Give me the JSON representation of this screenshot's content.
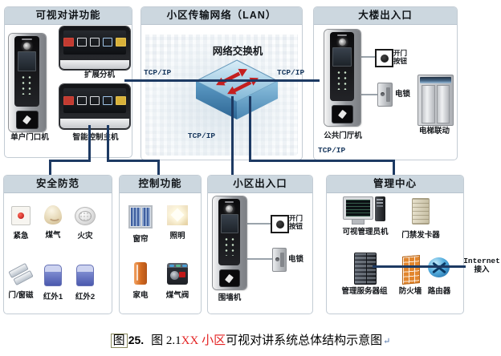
{
  "colors": {
    "panel_header_bg": "#ccd7df",
    "panel_border": "#c3ccd4",
    "wire": "#1d3a63",
    "switch_arrow_red": "#c41f1f",
    "caption_red": "#e32222"
  },
  "tcpip": "TCP/IP",
  "panels": {
    "intercom": {
      "title": "可视对讲功能",
      "door_label": "单户门口机",
      "extension_label": "扩展分机",
      "host_label": "智能控制主机"
    },
    "lan": {
      "title": "小区传输网络（LAN）",
      "switch_label": "网络交换机",
      "switch_icon": "3d-network-switch-with-red-arrows"
    },
    "building": {
      "title": "大楼出入口",
      "door_label": "公共门厅机",
      "open_button_line1": "开门",
      "open_button_line2": "按钮",
      "lock_label": "电锁",
      "elevator_label": "电梯联动"
    },
    "security": {
      "title": "安全防范",
      "items": [
        {
          "label": "紧急",
          "icon": "emergency-button-icon"
        },
        {
          "label": "煤气",
          "icon": "gas-detector-icon"
        },
        {
          "label": "火灾",
          "icon": "smoke-detector-icon"
        },
        {
          "label": "门/窗磁",
          "icon": "door-window-magnet-icon"
        },
        {
          "label": "红外1",
          "icon": "pir-sensor-icon"
        },
        {
          "label": "红外2",
          "icon": "pir-sensor-icon"
        }
      ]
    },
    "control": {
      "title": "控制功能",
      "items": [
        {
          "label": "窗帘",
          "icon": "curtain-icon"
        },
        {
          "label": "照明",
          "icon": "lighting-icon"
        },
        {
          "label": "家电",
          "icon": "home-appliance-icon"
        },
        {
          "label": "煤气阀",
          "icon": "gas-valve-icon"
        }
      ]
    },
    "community": {
      "title": "小区出入口",
      "door_label": "围墙机",
      "open_button_line1": "开门",
      "open_button_line2": "按钮",
      "lock_label": "电锁"
    },
    "mgmt": {
      "title": "管理中心",
      "admin_label": "可视管理员机",
      "card_label": "门禁发卡器",
      "server_label": "管理服务器组",
      "firewall_label": "防火墙",
      "router_label": "路由器",
      "internet_line1": "Internet",
      "internet_line2": "接入"
    }
  },
  "caption": {
    "fig_field": "图",
    "fig_no": "25.",
    "ref_prefix": "图 2.1",
    "ref_red": "XX 小区",
    "rest": "可视对讲系统总体结构示意图",
    "para_mark": "↵"
  }
}
